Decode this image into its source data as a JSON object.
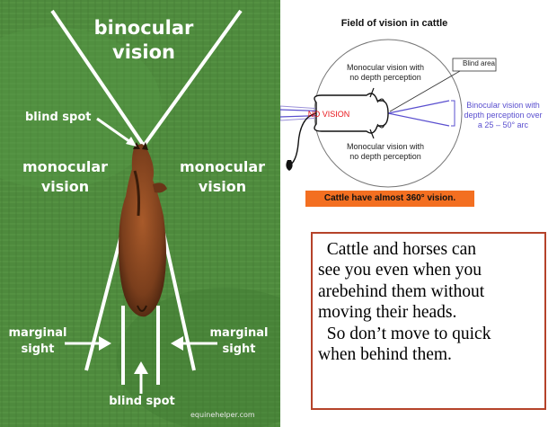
{
  "left_panel": {
    "labels": {
      "binocular": "binocular\nvision",
      "blind_spot_top": "blind spot",
      "monocular_left": "monocular\nvision",
      "monocular_right": "monocular\nvision",
      "marginal_left": "marginal\nsight",
      "marginal_right": "marginal\nsight",
      "blind_spot_bottom": "blind spot",
      "watermark": "equinehelper.com"
    },
    "colors": {
      "grass": "#4e8a3d",
      "lines": "#ffffff",
      "horse": "#8a4a22"
    }
  },
  "right_diagram": {
    "title": "Field of vision in cattle",
    "monocular_top": "Monocular vision with\nno depth perception",
    "monocular_bottom": "Monocular vision with\nno depth perception",
    "no_vision": "NO VISION",
    "blind_area": "Blind area",
    "binocular": "Binocular vision with\ndepth perception over\na 25 – 50° arc",
    "banner": "Cattle have almost 360° vision.",
    "colors": {
      "no_vision": "#e8151b",
      "binocular": "#5a4fcf",
      "banner": "#f36f21"
    }
  },
  "note": {
    "text": "  Cattle and horses can\nsee you even when you\narebehind them without\nmoving their heads.\n  So don’t move to quick\nwhen behind them."
  }
}
